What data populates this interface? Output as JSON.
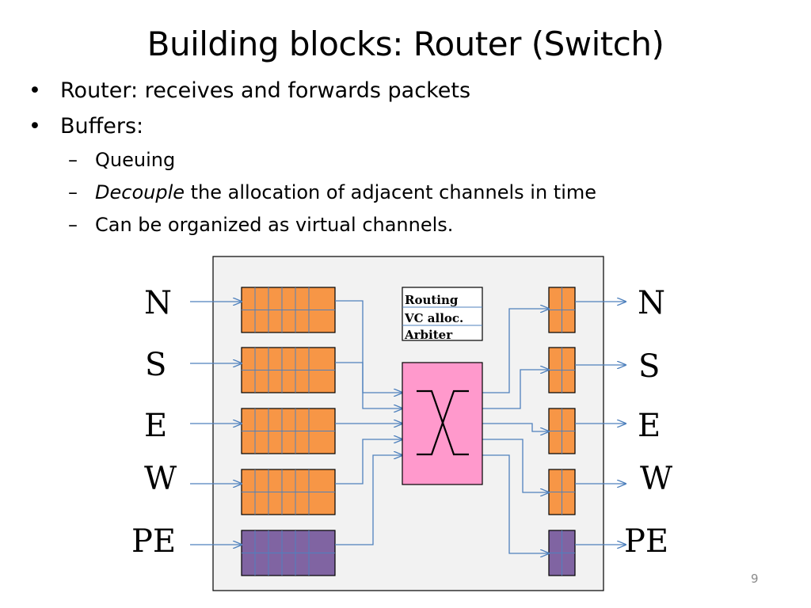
{
  "slide": {
    "title": "Building blocks: Router (Switch)",
    "slide_number": "9"
  },
  "bullets": {
    "router": "Router: receives and forwards packets",
    "buffers": "Buffers:",
    "queuing": "Queuing",
    "decouple_em": "Decouple",
    "decouple_rest": " the allocation of adjacent channels in time",
    "virtual_channels": "Can be organized as virtual channels.",
    "bullet_glyph": "•",
    "dash_glyph": "–"
  },
  "diagram": {
    "input_labels": [
      "N",
      "S",
      "E",
      "W",
      "PE"
    ],
    "output_labels": [
      "N",
      "S",
      "E",
      "W",
      "PE"
    ],
    "control": {
      "routing": "Routing",
      "vc_alloc": "VC alloc.",
      "arbiter": "Arbiter"
    },
    "colors": {
      "buffer_fill": "#f79646",
      "pe_buffer_fill": "#8064a2",
      "crossbar_fill": "#ff99cc",
      "panel_fill": "#f2f2f2",
      "arrow": "#4f81bd",
      "buffer_grid": "#4f81bd"
    }
  }
}
